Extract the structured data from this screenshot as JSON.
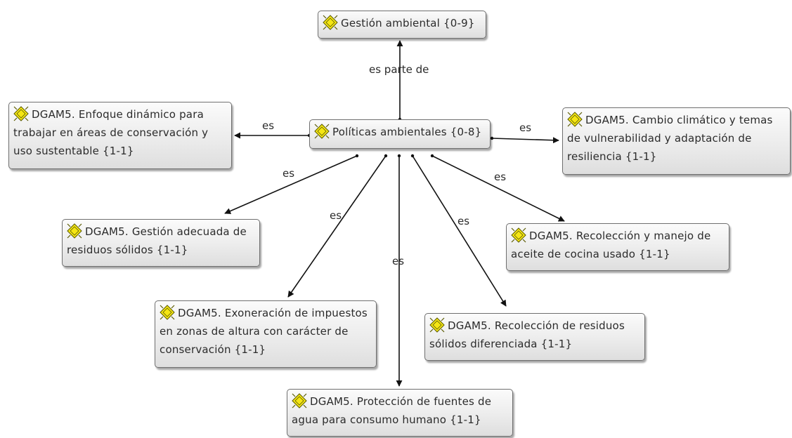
{
  "colors": {
    "node_fill_top": "#fbfbfb",
    "node_fill_bottom": "#dedede",
    "node_border": "#6f6f6f",
    "edge": "#111111",
    "icon_fill": "#f5e614",
    "icon_outline": "#5a5a00"
  },
  "nodes": {
    "gestion_ambiental": {
      "label": "Gestión ambiental {0-9}",
      "icon": "concept-diamond-icon"
    },
    "politicas_ambientales": {
      "label": "Políticas ambientales {0-8}",
      "icon": "concept-diamond-icon"
    },
    "enfoque_dinamico": {
      "label": "DGAM5. Enfoque dinámico para trabajar en áreas de conservación y uso sustentable {1-1}",
      "icon": "concept-diamond-icon"
    },
    "cambio_climatico": {
      "label": "DGAM5. Cambio climático y temas de vulnerabilidad y adaptación de resiliencia {1-1}",
      "icon": "concept-diamond-icon"
    },
    "gestion_residuos": {
      "label": "DGAM5. Gestión adecuada de residuos sólidos {1-1}",
      "icon": "concept-diamond-icon"
    },
    "aceite_cocina": {
      "label": "DGAM5. Recolección y manejo de aceite de cocina usado {1-1}",
      "icon": "concept-diamond-icon"
    },
    "exoneracion": {
      "label": "DGAM5. Exoneración de impuestos en zonas de altura con carácter de conservación {1-1}",
      "icon": "concept-diamond-icon"
    },
    "residuos_diferenciada": {
      "label": "DGAM5. Recolección de residuos sólidos diferenciada {1-1}",
      "icon": "concept-diamond-icon"
    },
    "proteccion_fuentes": {
      "label": "DGAM5. Protección de fuentes de agua para consumo humano {1-1}",
      "icon": "concept-diamond-icon"
    }
  },
  "edges": {
    "parte_de": {
      "label": "es parte de",
      "from": "politicas_ambientales",
      "to": "gestion_ambiental"
    },
    "to_enfoque": {
      "label": "es",
      "from": "politicas_ambientales",
      "to": "enfoque_dinamico"
    },
    "to_cambio": {
      "label": "es",
      "from": "politicas_ambientales",
      "to": "cambio_climatico"
    },
    "to_gestion_residuos": {
      "label": "es",
      "from": "politicas_ambientales",
      "to": "gestion_residuos"
    },
    "to_aceite": {
      "label": "es",
      "from": "politicas_ambientales",
      "to": "aceite_cocina"
    },
    "to_exoneracion": {
      "label": "es",
      "from": "politicas_ambientales",
      "to": "exoneracion"
    },
    "to_residuos_dif": {
      "label": "es",
      "from": "politicas_ambientales",
      "to": "residuos_diferenciada"
    },
    "to_proteccion": {
      "label": "es",
      "from": "politicas_ambientales",
      "to": "proteccion_fuentes"
    }
  }
}
